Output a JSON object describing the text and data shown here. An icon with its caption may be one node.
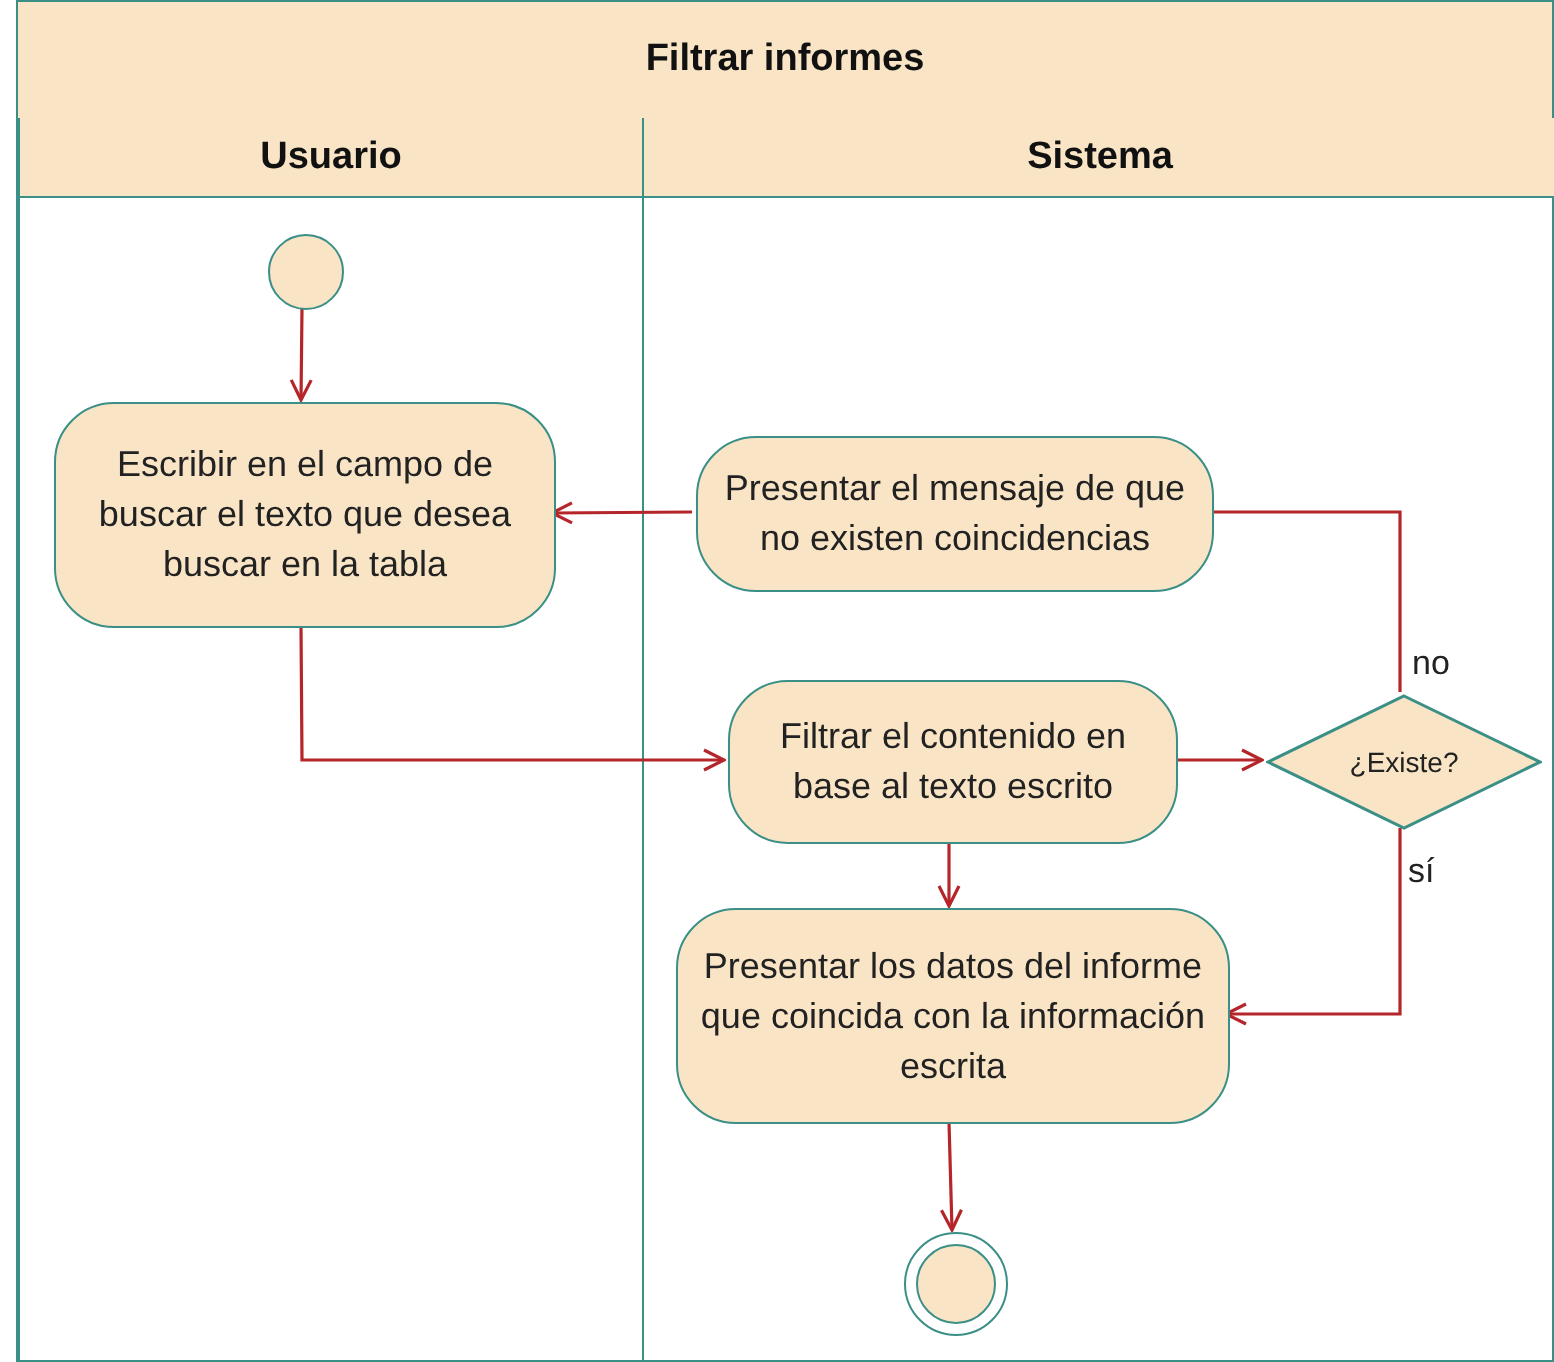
{
  "diagram": {
    "nodes": [
      {
        "text": [
          "Filtrar informes"
        ]
      },
      {
        "text": [
          "Usuario"
        ],
        "in": 0
      },
      {
        "text": [
          "Sistema"
        ],
        "in": 0
      },
      {
        "text": [],
        "shape": "circle",
        "in": 1
      },
      {
        "text": [
          "Escribir en el campo de buscar el texto que desea buscar en la tabla"
        ],
        "in": 1
      },
      {
        "text": [
          "Presentar el mensaje de que no existen coincidencias"
        ],
        "in": 2
      },
      {
        "text": [
          "Filtrar el contenido en base al texto escrito"
        ],
        "in": 2
      },
      {
        "text": [
          "¿Existe?"
        ],
        "in": 2
      },
      {
        "text": [
          "Presentar los datos del informe que coincida con la información escrita"
        ],
        "in": 2
      },
      {
        "text": [],
        "shape": "circle",
        "in": 2
      }
    ],
    "edges": [
      {
        "from": 3,
        "to": 4,
        "arrow": "to"
      },
      {
        "from": 5,
        "to": 4,
        "arrow": "to"
      },
      {
        "from": 4,
        "to": 6,
        "arrow": "to"
      },
      {
        "from": 6,
        "to": 7,
        "arrow": "to"
      },
      {
        "from": 7,
        "to": 5,
        "arrow": "none",
        "label": "no"
      },
      {
        "from": 7,
        "to": 8,
        "arrow": "to",
        "label": "sí"
      },
      {
        "from": 6,
        "to": 8,
        "arrow": "to"
      },
      {
        "from": 8,
        "to": 9,
        "arrow": "to"
      }
    ]
  }
}
